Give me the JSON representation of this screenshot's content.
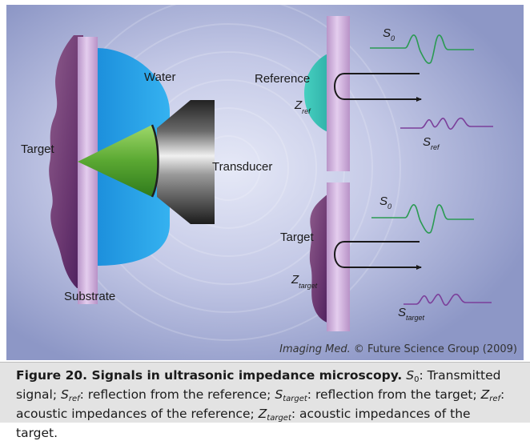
{
  "diagram": {
    "labels": {
      "water": "Water",
      "target_left": "Target",
      "substrate": "Substrate",
      "transducer": "Transducer",
      "reference": "Reference",
      "target_right": "Target",
      "z_ref_sym": "Z",
      "z_ref_sub": "ref",
      "z_target_sym": "Z",
      "z_target_sub": "target",
      "s0_top_sym": "S",
      "s0_top_sub": "0",
      "s_ref_sym": "S",
      "s_ref_sub": "ref",
      "s0_bottom_sym": "S",
      "s0_bottom_sub": "0",
      "s_target_sym": "S",
      "s_target_sub": "target"
    },
    "credit": {
      "journal": "Imaging Med.",
      "rest": " © Future Science Group (2009)"
    },
    "colors": {
      "background_center": "#e4e7f6",
      "background_edge": "#8e98c6",
      "substrate": "#c9a9d6",
      "water": "#1e9ee6",
      "reference": "#40c4b8",
      "tissue": "#6d3a72",
      "signal": "#2a9a52",
      "reflected_signal": "#7b3f9a",
      "cone": "#6ab83a",
      "transducer": "#3c3c3c"
    }
  },
  "caption": {
    "fig_label": "Figure 20. Signals in ultrasonic impedance microscopy.",
    "s_sym": "S",
    "s0_sub": "0",
    "s0_text": ": Transmitted signal;",
    "sref_sub": "ref",
    "sref_text": ": reflection from the reference;",
    "starget_sub": "target",
    "starget_text": ": reflection from the target;",
    "z_sym": "Z",
    "zref_sub": "ref",
    "zref_text": ": acoustic",
    "line3_text": "impedances of the reference;",
    "ztarget_sub": "target",
    "ztarget_text": ": acoustic impedances of the target."
  }
}
